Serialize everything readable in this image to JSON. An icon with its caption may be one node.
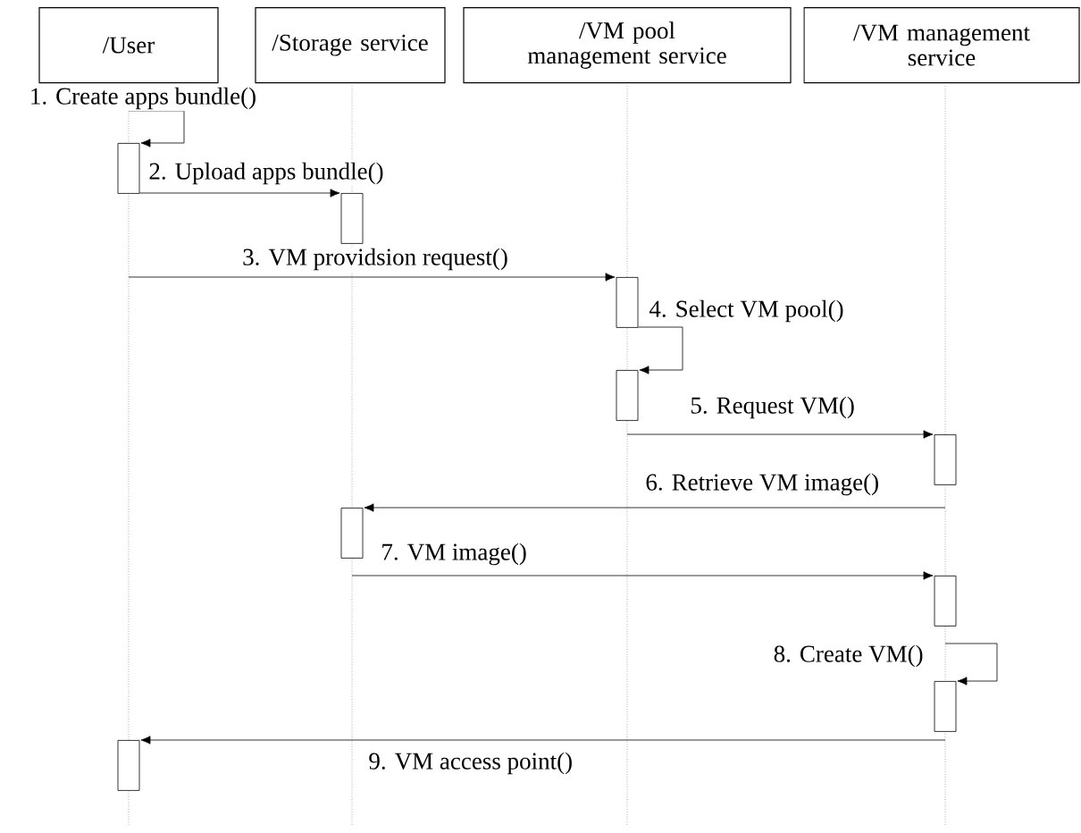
{
  "diagram": {
    "nodes": [
      {
        "text": [
          "/User"
        ]
      },
      {
        "text": [
          "/Storage service"
        ]
      },
      {
        "text": [
          "/VM pool management service"
        ]
      },
      {
        "text": [
          "/VM management service"
        ]
      },
      {
        "text": [],
        "shape": "bar"
      },
      {
        "text": [],
        "shape": "bar"
      },
      {
        "text": [],
        "shape": "bar"
      },
      {
        "text": [],
        "shape": "bar"
      },
      {
        "text": [],
        "shape": "bar"
      },
      {
        "text": [],
        "shape": "bar"
      },
      {
        "text": [],
        "shape": "bar"
      },
      {
        "text": [],
        "shape": "bar"
      },
      {
        "text": [],
        "shape": "bar"
      }
    ],
    "edges": [
      {
        "from": 0,
        "to": 4,
        "arrow": "to",
        "label": "1. Create apps bundle()"
      },
      {
        "from": 4,
        "to": 5,
        "arrow": "to",
        "label": "2. Upload apps bundle()"
      },
      {
        "from": null,
        "to": 6,
        "arrow": "to",
        "label": "3. VM providsion request()"
      },
      {
        "from": 6,
        "to": 7,
        "arrow": "to",
        "label": "4. Select VM pool()"
      },
      {
        "from": 7,
        "to": 8,
        "arrow": "to",
        "label": "5. Request VM()"
      },
      {
        "from": 8,
        "to": 9,
        "arrow": "to",
        "label": "6. Retrieve VM image()"
      },
      {
        "from": 9,
        "to": 10,
        "arrow": "to",
        "label": "7. VM image()"
      },
      {
        "from": 10,
        "to": 11,
        "arrow": "to",
        "label": "8. Create VM()"
      },
      {
        "from": 11,
        "to": 12,
        "arrow": "to",
        "label": "9. VM access point()"
      }
    ]
  }
}
